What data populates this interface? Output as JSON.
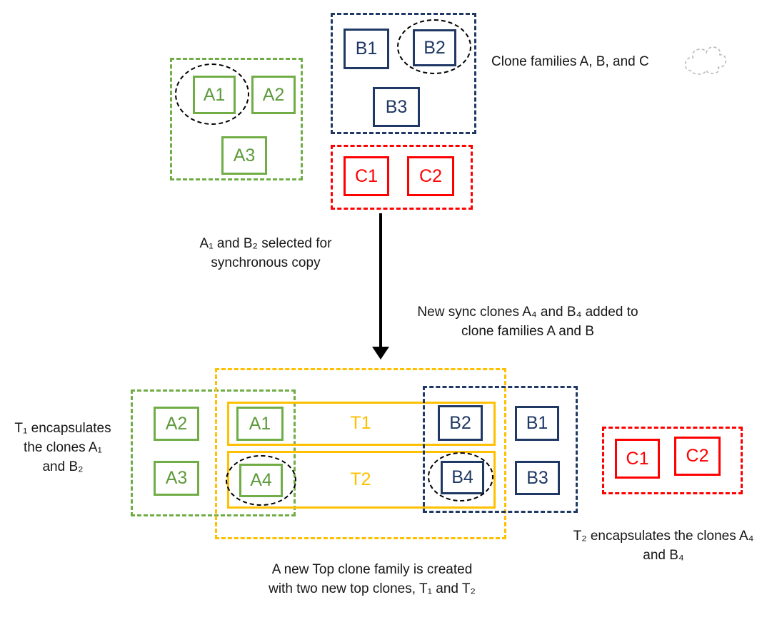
{
  "clones": {
    "a1": "A1",
    "a2": "A2",
    "a3": "A3",
    "a4": "A4",
    "b1": "B1",
    "b2": "B2",
    "b3": "B3",
    "b4": "B4",
    "c1": "C1",
    "c2": "C2"
  },
  "tops": {
    "t1": "T1",
    "t2": "T2"
  },
  "annotations": {
    "clone_families": "Clone families A, B, and C",
    "selected": [
      "A₁ and B₂ selected for",
      "synchronous copy"
    ],
    "sync_added": [
      "New sync clones A₄ and B₄ added to",
      "clone families A and B"
    ],
    "t1_encapsulates": [
      "T₁ encapsulates",
      "the clones A₁",
      "and B₂"
    ],
    "t2_encapsulates": [
      "T₂ encapsulates the clones A₄",
      "and B₄"
    ],
    "top_family": [
      "A new Top clone family is created",
      "with two new top clones, T₁ and T₂"
    ]
  },
  "colors": {
    "family_a_green": "#70AD47",
    "family_b_navy": "#1F3864",
    "family_c_red": "#FF0000",
    "family_top_yellow": "#FFC000",
    "selection_ellipse_black": "#000000",
    "text_black": "#161616",
    "cloud_gray": "#BDBDBD"
  }
}
